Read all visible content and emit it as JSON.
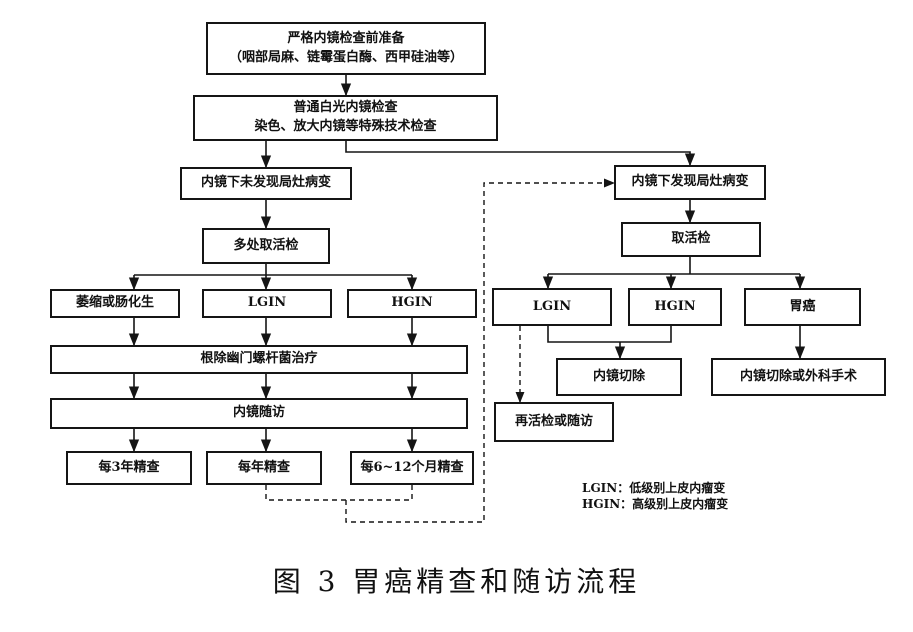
{
  "caption": "图 3 胃癌精查和随访流程",
  "nodes": {
    "prep": {
      "line1": "严格内镜检查前准备",
      "line2": "（咽部局麻、链霉蛋白酶、西甲硅油等）"
    },
    "white_light": {
      "line1": "普通白光内镜检查",
      "line2": "染色、放大内镜等特殊技术检查"
    },
    "no_lesion": "内镜下未发现局灶病变",
    "multi_biopsy": "多处取活检",
    "atrophy": "萎缩或肠化生",
    "lgin_left": "LGIN",
    "hgin_left": "HGIN",
    "hp_eradication": "根除幽门螺杆菌治疗",
    "followup": "内镜随访",
    "every3y": "每3年精查",
    "yearly": "每年精查",
    "every6_12m": "每6~12个月精查",
    "lesion_found": "内镜下发现局灶病变",
    "biopsy": "取活检",
    "lgin_right": "LGIN",
    "hgin_right": "HGIN",
    "gastric_cancer": "胃癌",
    "endo_resection": "内镜切除",
    "endo_or_surgery": "内镜切除或外科手术",
    "rebiopsy": "再活检或随访"
  },
  "legend": {
    "lgin": "LGIN：低级别上皮内瘤变",
    "hgin": "HGIN：高级别上皮内瘤变"
  }
}
